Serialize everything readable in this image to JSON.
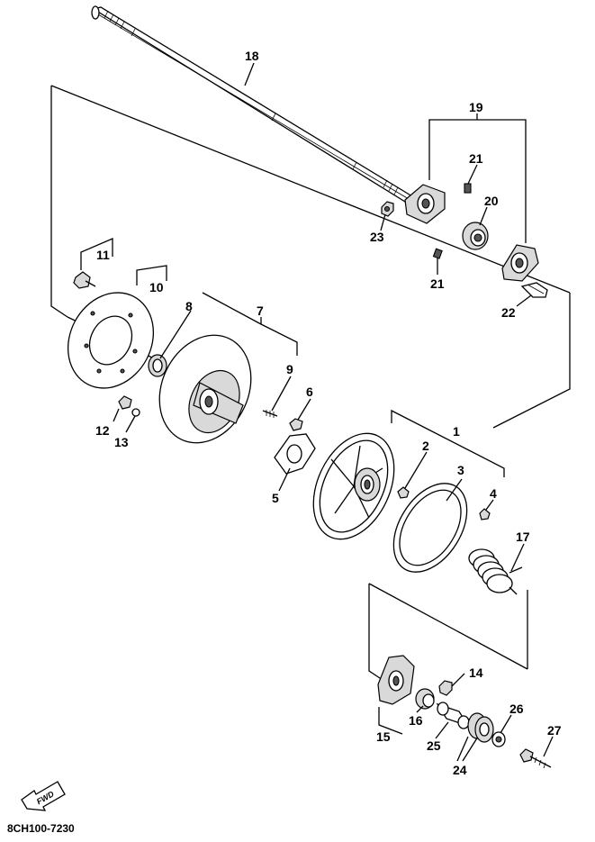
{
  "diagram": {
    "part_code": "8CH100-7230",
    "fwd_label": "FWD",
    "callouts": [
      {
        "id": 1,
        "label": "1"
      },
      {
        "id": 2,
        "label": "2"
      },
      {
        "id": 3,
        "label": "3"
      },
      {
        "id": 4,
        "label": "4"
      },
      {
        "id": 5,
        "label": "5"
      },
      {
        "id": 6,
        "label": "6"
      },
      {
        "id": 7,
        "label": "7"
      },
      {
        "id": 8,
        "label": "8"
      },
      {
        "id": 9,
        "label": "9"
      },
      {
        "id": 10,
        "label": "10"
      },
      {
        "id": 11,
        "label": "11"
      },
      {
        "id": 12,
        "label": "12"
      },
      {
        "id": 13,
        "label": "13"
      },
      {
        "id": 14,
        "label": "14"
      },
      {
        "id": 15,
        "label": "15"
      },
      {
        "id": 16,
        "label": "16"
      },
      {
        "id": 17,
        "label": "17"
      },
      {
        "id": 18,
        "label": "18"
      },
      {
        "id": 19,
        "label": "19"
      },
      {
        "id": 20,
        "label": "20"
      },
      {
        "id": 21,
        "label": "21"
      },
      {
        "id": 22,
        "label": "22"
      },
      {
        "id": 23,
        "label": "23"
      },
      {
        "id": 24,
        "label": "24"
      },
      {
        "id": 25,
        "label": "25"
      },
      {
        "id": 26,
        "label": "26"
      },
      {
        "id": 27,
        "label": "27"
      }
    ]
  }
}
